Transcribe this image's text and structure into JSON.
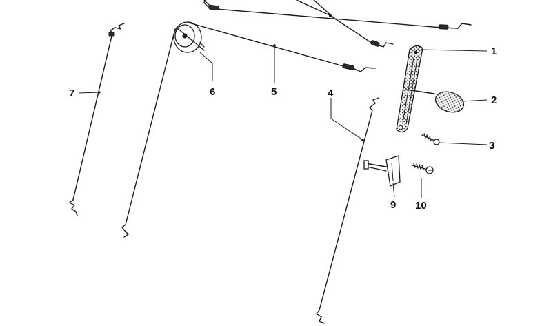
{
  "diagram": {
    "callouts": {
      "c1": "1",
      "c2": "2",
      "c3": "3",
      "c4": "4",
      "c5": "5",
      "c6": "6",
      "c7": "7",
      "c9": "9",
      "c10": "10"
    }
  }
}
